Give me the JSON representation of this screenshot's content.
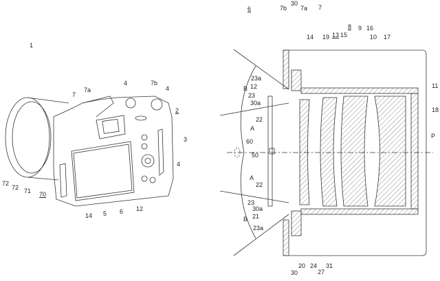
{
  "figure_left": {
    "labels": [
      "1",
      "7",
      "7a",
      "4",
      "7b",
      "4",
      "2",
      "3",
      "4",
      "12",
      "6",
      "5",
      "14",
      "72",
      "72",
      "71",
      "70"
    ]
  },
  "figure_right": {
    "labels": [
      "6",
      "30",
      "7b",
      "7a",
      "7",
      "14",
      "19",
      "13",
      "15",
      "8",
      "9",
      "16",
      "10",
      "17",
      "23a",
      "B",
      "12",
      "23",
      "30a",
      "22",
      "A",
      "60",
      "50",
      "A",
      "22",
      "23",
      "30a",
      "21",
      "B",
      "23a",
      "11",
      "18",
      "P",
      "30",
      "20",
      "24",
      "27",
      "31"
    ]
  }
}
